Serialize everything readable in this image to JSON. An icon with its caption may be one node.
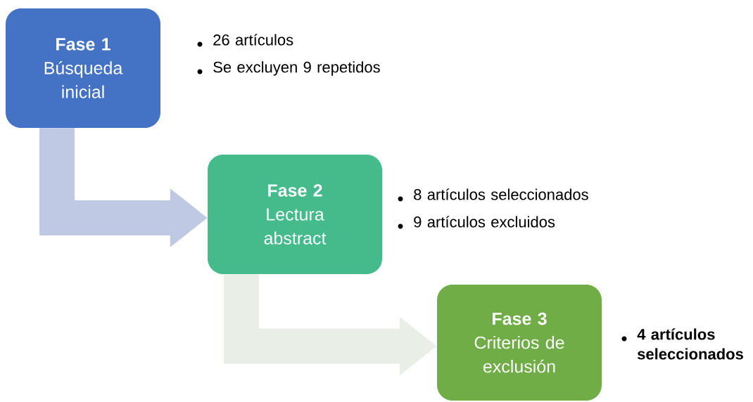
{
  "diagram": {
    "nodes": [
      {
        "text": [
          "Fase 1",
          "Búsqueda inicial"
        ],
        "beside": [
          "26 artículos",
          "Se excluyen 9 repetidos"
        ]
      },
      {
        "text": [
          "Fase 2",
          "Lectura abstract"
        ],
        "beside": [
          "8 artículos seleccionados",
          "9 artículos excluidos"
        ]
      },
      {
        "text": [
          "Fase 3",
          "Criterios de exclusión"
        ],
        "beside": [
          "4 artículos seleccionados"
        ]
      }
    ],
    "edges": [
      {
        "from": 0,
        "to": 1,
        "arrow": "to",
        "color": "#bfc9e4"
      },
      {
        "from": 1,
        "to": 2,
        "arrow": "to",
        "color": "#e9efe6"
      }
    ]
  }
}
